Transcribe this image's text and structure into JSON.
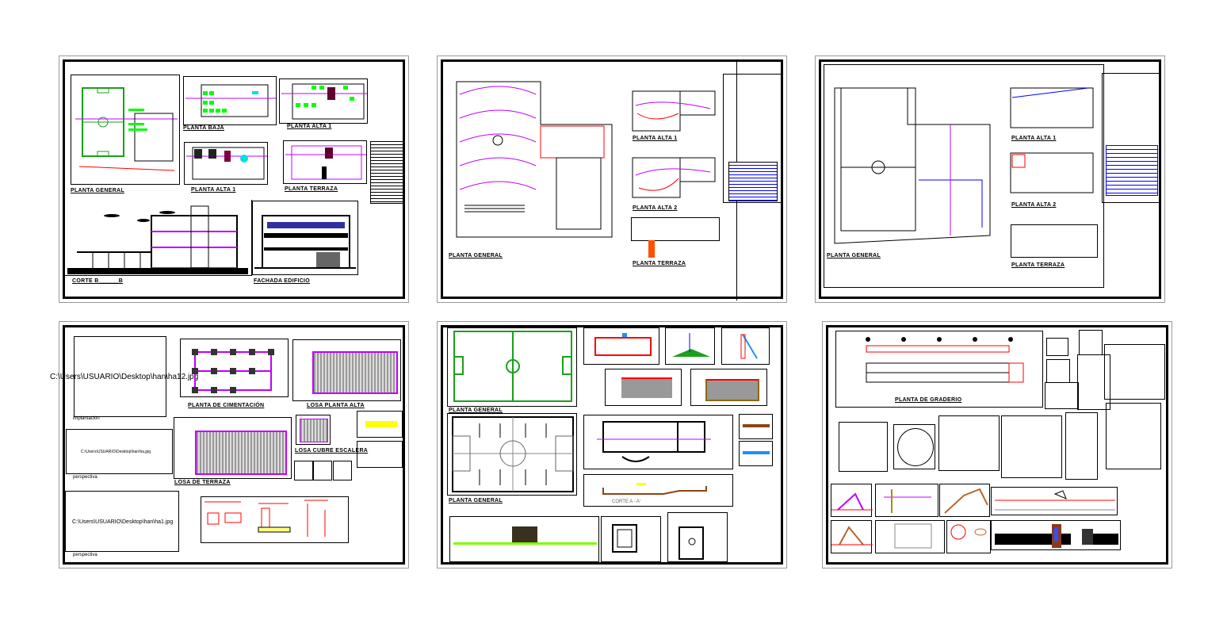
{
  "colors": {
    "frame": "#000000",
    "field": "#1aa01a",
    "magenta": "#c000ff",
    "red": "#ff0000",
    "orange": "#ff8000",
    "blue": "#0000ff",
    "cyan": "#00e0e0",
    "green_furniture": "#00ff00"
  },
  "sheets": [
    {
      "labels": {
        "planta_general": "PLANTA GENERAL",
        "planta_baja": "PLANTA BAJA",
        "planta_alta_1_top": "PLANTA ALTA 1",
        "planta_alta_1_bottom": "PLANTA ALTA 1",
        "planta_terraza": "PLANTA TERRAZA",
        "corte": "CORTE B______B",
        "fachada": "FACHADA EDIFICIO"
      }
    },
    {
      "labels": {
        "planta_general": "PLANTA GENERAL",
        "planta_alta_1": "PLANTA ALTA 1",
        "planta_alta_2": "PLANTA ALTA 2",
        "planta_terraza": "PLANTA TERRAZA"
      }
    },
    {
      "labels": {
        "planta_general": "PLANTA GENERAL",
        "planta_alta_1": "PLANTA ALTA 1",
        "planta_alta_2": "PLANTA ALTA 2",
        "planta_terraza": "PLANTA TERRAZA"
      }
    },
    {
      "labels": {
        "image_path_1": "C:\\Users\\USUARIO\\Desktop\\han\\ha12.jpg",
        "implantacion": "implantación",
        "image_path_2": "C:\\Users\\USUARIO\\Desktop\\han\\ha.jpg",
        "perspectiva_1": "perspectiva",
        "image_path_3": "C:\\Users\\USUARIO\\Desktop\\han\\ha1.jpg",
        "perspectiva_2": "perspectiva",
        "cimentacion": "PLANTA DE CIMENTACIÓN",
        "losa_planta_alta": "LOSA PLANTA ALTA",
        "losa_terraza": "LOSA DE TERRAZA",
        "losa_escalera": "LOSA CUBRE ESCALERA"
      }
    },
    {
      "labels": {
        "planta_general_1": "PLANTA GENERAL",
        "planta_general_2": "PLANTA GENERAL",
        "corte": "CORTE A - A'"
      }
    },
    {
      "labels": {
        "graderio": "PLANTA DE GRADERIO"
      }
    }
  ]
}
